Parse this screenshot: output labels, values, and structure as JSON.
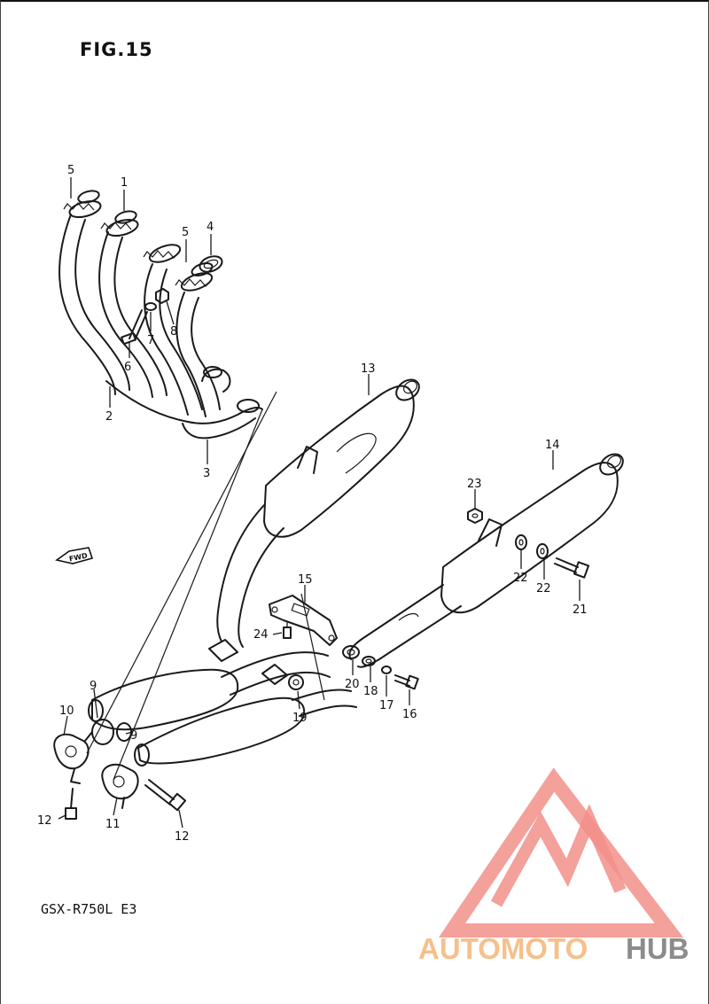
{
  "figure": {
    "title": "FIG.15",
    "model": "GSX-R750L  E3"
  },
  "direction_marker": "FWD",
  "callouts": [
    {
      "key": "c5a",
      "label": "5"
    },
    {
      "key": "c1",
      "label": "1"
    },
    {
      "key": "c5b",
      "label": "5"
    },
    {
      "key": "c4",
      "label": "4"
    },
    {
      "key": "c7",
      "label": "7"
    },
    {
      "key": "c8",
      "label": "8"
    },
    {
      "key": "c6",
      "label": "6"
    },
    {
      "key": "c2",
      "label": "2"
    },
    {
      "key": "c3",
      "label": "3"
    },
    {
      "key": "c13",
      "label": "13"
    },
    {
      "key": "c14",
      "label": "14"
    },
    {
      "key": "c23",
      "label": "23"
    },
    {
      "key": "c22a",
      "label": "22"
    },
    {
      "key": "c22b",
      "label": "22"
    },
    {
      "key": "c21",
      "label": "21"
    },
    {
      "key": "c15",
      "label": "15"
    },
    {
      "key": "c24",
      "label": "24"
    },
    {
      "key": "c20",
      "label": "20"
    },
    {
      "key": "c18",
      "label": "18"
    },
    {
      "key": "c17",
      "label": "17"
    },
    {
      "key": "c16",
      "label": "16"
    },
    {
      "key": "c19",
      "label": "19"
    },
    {
      "key": "c9a",
      "label": "9"
    },
    {
      "key": "c9b",
      "label": "9"
    },
    {
      "key": "c10",
      "label": "10"
    },
    {
      "key": "c12a",
      "label": "12"
    },
    {
      "key": "c11",
      "label": "11"
    },
    {
      "key": "c12b",
      "label": "12"
    }
  ],
  "watermark": {
    "text_part1": "AUTOMOTO",
    "text_part2": "HUB",
    "color_primary": "#f28f8a",
    "color_secondary": "#f6c08a",
    "color_tertiary": "#8c8c8c"
  }
}
